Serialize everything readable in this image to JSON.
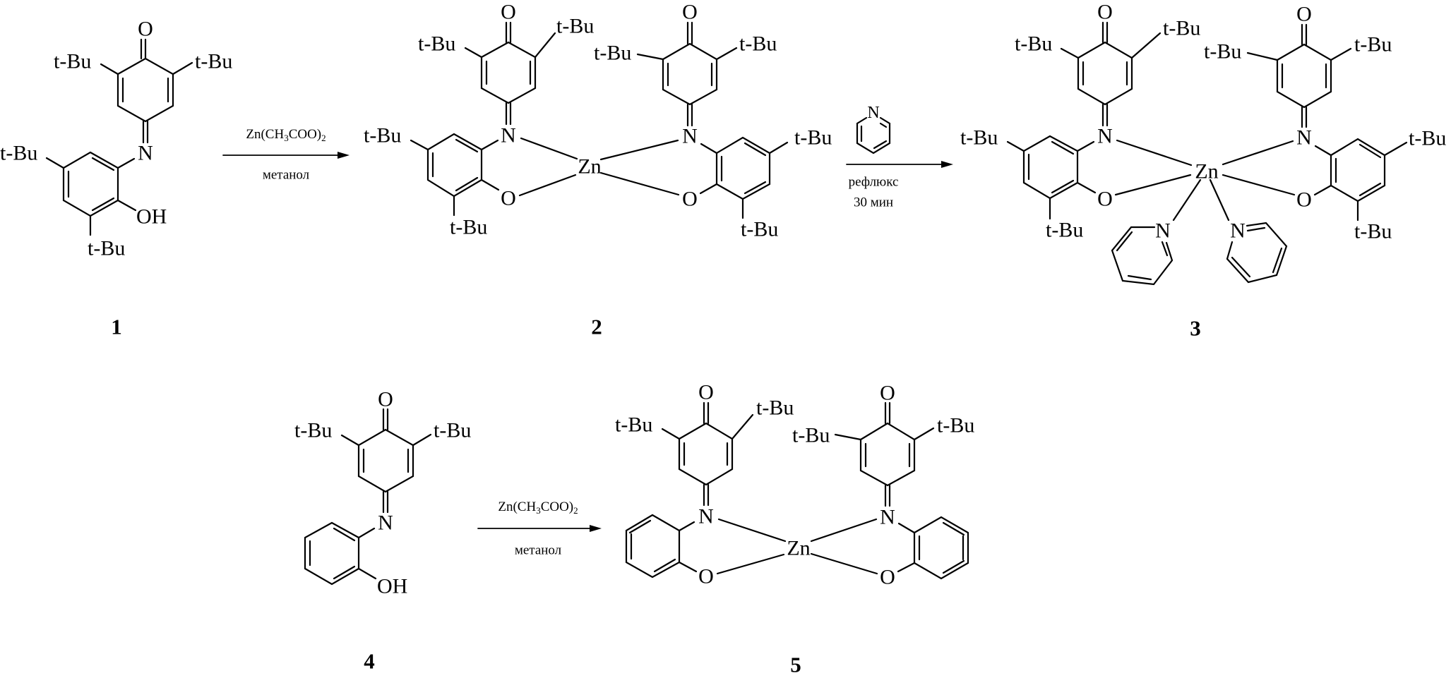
{
  "scheme": {
    "atoms": {
      "oxygen": "O",
      "nitrogen": "N",
      "zinc": "Zn",
      "hydroxyl": "OH",
      "tert_butyl": "t-Bu"
    },
    "compounds": [
      {
        "id": "1",
        "label": "1"
      },
      {
        "id": "2",
        "label": "2"
      },
      {
        "id": "3",
        "label": "3"
      },
      {
        "id": "4",
        "label": "4"
      },
      {
        "id": "5",
        "label": "5"
      }
    ],
    "reactions": [
      {
        "from": "1",
        "to": "2",
        "reagent_main": "Zn(CH",
        "reagent_sub1": "3",
        "reagent_mid": "COO)",
        "reagent_sub2": "2",
        "conditions": [
          "метанол"
        ]
      },
      {
        "from": "2",
        "to": "3",
        "reagent_structure": "pyridine",
        "conditions": [
          "рефлюкс",
          "30 мин"
        ]
      },
      {
        "from": "4",
        "to": "5",
        "reagent_main": "Zn(CH",
        "reagent_sub1": "3",
        "reagent_mid": "COO)",
        "reagent_sub2": "2",
        "conditions": [
          "метанол"
        ]
      }
    ]
  }
}
